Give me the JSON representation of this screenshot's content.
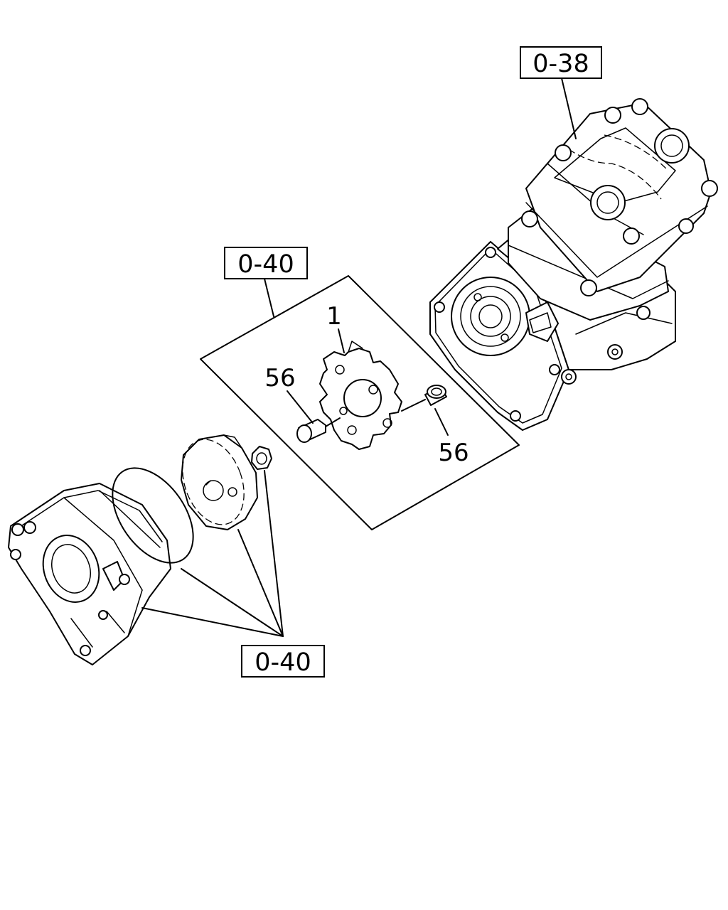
{
  "references": {
    "compressor_ref": "0-38",
    "coupling_kit_ref": "0-40",
    "housing_kit_ref": "0-40"
  },
  "part_numbers": {
    "coupling": "1",
    "pin_left": "56",
    "pin_right": "56"
  }
}
